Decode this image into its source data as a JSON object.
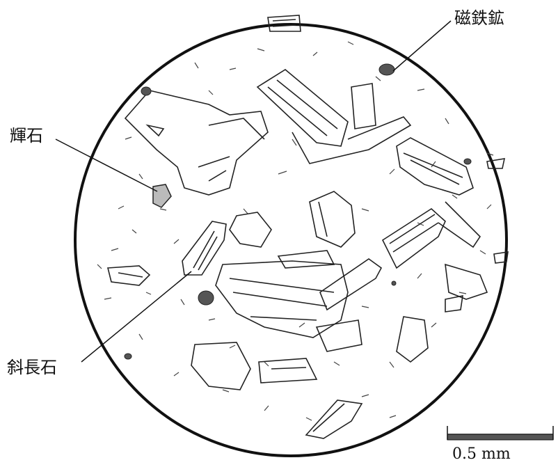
{
  "labels": {
    "magnetite": "磁鉄鉱",
    "pyroxene": "輝石",
    "plagioclase": "斜長石"
  },
  "scale_bar": {
    "label": "0.5 mm"
  }
}
